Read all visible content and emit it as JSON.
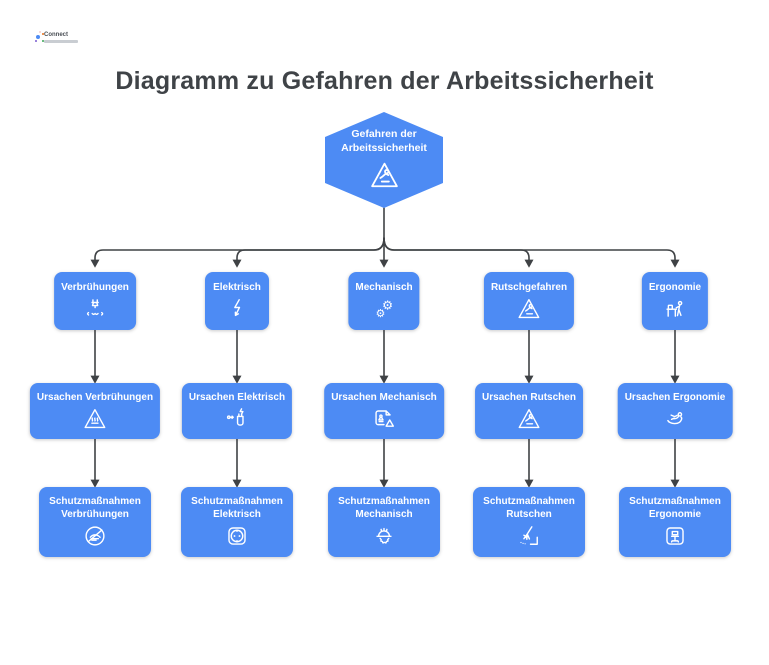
{
  "page": {
    "title": "Diagramm zu Gefahren der Arbeitssicherheit"
  },
  "brand": {
    "text": "Connect"
  },
  "colors": {
    "node_fill": "#4d8bf4",
    "node_text": "#ffffff",
    "connector": "#3f4245",
    "title_text": "#3f4347",
    "background": "#ffffff"
  },
  "root": {
    "label": "Gefahren der Arbeitssicherheit",
    "icon": "slip-warning-icon"
  },
  "columns": [
    {
      "id": "verbruehungen",
      "hazard": {
        "label": "Verbrühungen",
        "icon": "scalding-icon"
      },
      "cause": {
        "label": "Ursachen Verbrühungen",
        "icon": "hot-surface-warning-icon"
      },
      "protection": {
        "label": "Schutzmaßnahmen Verbrühungen",
        "icon": "no-touch-icon"
      }
    },
    {
      "id": "elektrisch",
      "hazard": {
        "label": "Elektrisch",
        "icon": "electric-bolt-icon"
      },
      "cause": {
        "label": "Ursachen Elektrisch",
        "icon": "plug-lightning-icon"
      },
      "protection": {
        "label": "Schutzmaßnahmen Elektrisch",
        "icon": "socket-icon"
      }
    },
    {
      "id": "mechanisch",
      "hazard": {
        "label": "Mechanisch",
        "icon": "gears-icon"
      },
      "cause": {
        "label": "Ursachen Mechanisch",
        "icon": "machine-warning-icon"
      },
      "protection": {
        "label": "Schutzmaßnahmen Mechanisch",
        "icon": "helmet-gear-icon"
      }
    },
    {
      "id": "rutschgefahren",
      "hazard": {
        "label": "Rutschgefahren",
        "icon": "slip-warning-icon"
      },
      "cause": {
        "label": "Ursachen Rutschen",
        "icon": "slip-warning-icon"
      },
      "protection": {
        "label": "Schutzmaßnahmen Rutschen",
        "icon": "broom-icon"
      }
    },
    {
      "id": "ergonomie",
      "hazard": {
        "label": "Ergonomie",
        "icon": "standing-desk-icon"
      },
      "cause": {
        "label": "Ursachen Ergonomie",
        "icon": "recline-laptop-icon"
      },
      "protection": {
        "label": "Schutzmaßnahmen Ergonomie",
        "icon": "office-chair-icon"
      }
    }
  ]
}
